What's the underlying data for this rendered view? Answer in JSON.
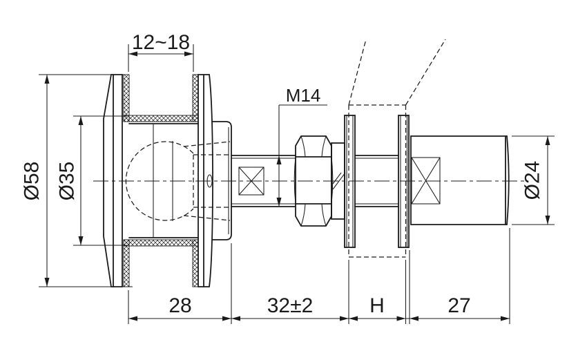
{
  "drawing": {
    "labels": {
      "slot_width": "12~18",
      "thread": "M14",
      "cap_diameter": "Ø58",
      "socket_diameter": "Ø35",
      "body_diameter": "Ø24",
      "cap_depth": "28",
      "stud_length": "32±2",
      "glass_thickness": "H",
      "body_length": "27"
    },
    "style": {
      "line_color": "#1a1a1a",
      "background": "#ffffff"
    }
  }
}
